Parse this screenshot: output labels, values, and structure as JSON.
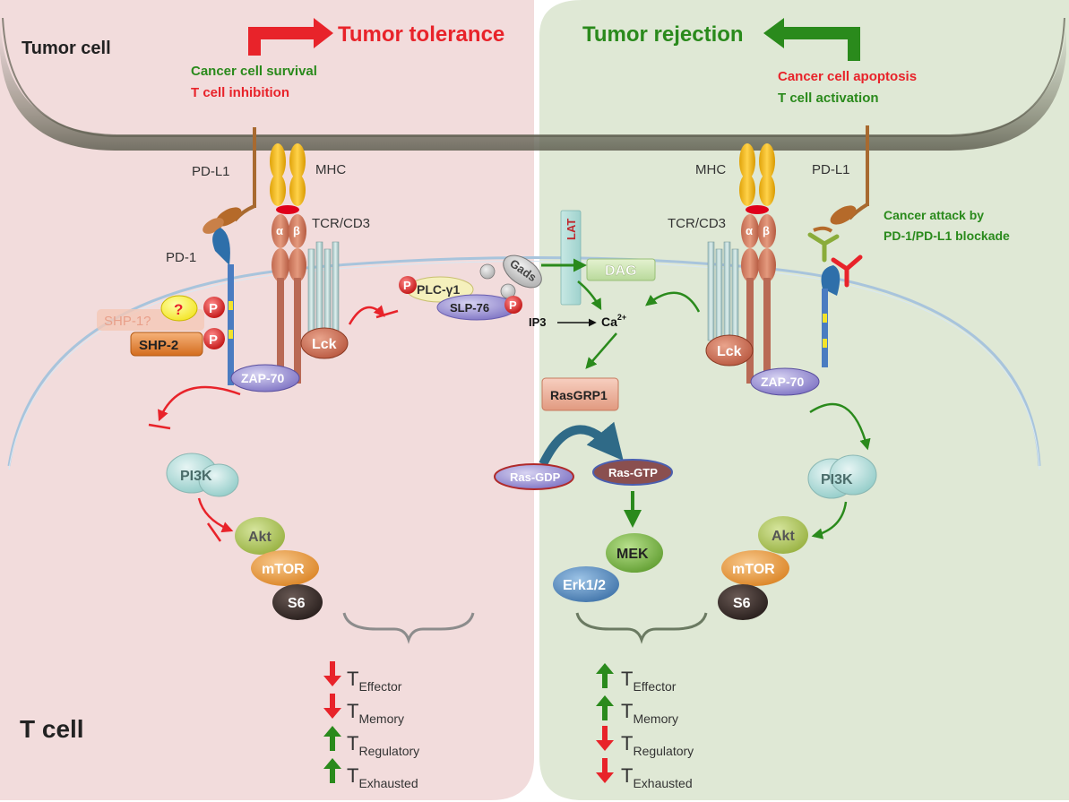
{
  "regions": {
    "tumor_cell": "Tumor  cell",
    "t_cell": "T cell"
  },
  "outcomes": {
    "left": {
      "title": "Tumor tolerance",
      "line1": "Cancer cell survival",
      "line2": "T cell inhibition"
    },
    "right": {
      "title": "Tumor rejection",
      "line1": "Cancer cell apoptosis",
      "line2": "T cell activation"
    }
  },
  "receptors": {
    "pdl1": "PD-L1",
    "mhc": "MHC",
    "tcr": "TCR/CD3",
    "pd1": "PD-1",
    "alpha": "α",
    "beta": "β",
    "blockade_line1": "Cancer attack by",
    "blockade_line2": "PD-1/PD-L1 blockade"
  },
  "molecules": {
    "shp1": "SHP-1?",
    "shp2": "SHP-2",
    "question": "?",
    "phospho": "P",
    "zap70": "ZAP-70",
    "lck": "Lck",
    "lat": "LAT",
    "gads": "Gads",
    "plcg1": "PLC-γ1",
    "slp76": "SLP-76",
    "dag": "DAG",
    "ip3": "IP3",
    "ca": "Ca",
    "ca_sup": "2+",
    "rasgrp1": "RasGRP1",
    "ras_gdp": "Ras-GDP",
    "ras_gtp": "Ras-GTP",
    "mek": "MEK",
    "erk": "Erk1/2",
    "pi3k": "PI3K",
    "akt": "Akt",
    "mtor": "mTOR",
    "s6": "S6"
  },
  "t_subsets": {
    "prefix": "T",
    "effector": "Effector",
    "memory": "Memory",
    "regulatory": "Regulatory",
    "exhausted": "Exhausted"
  },
  "colors": {
    "left_bg": "#f2dcdc",
    "right_bg": "#dfe8d5",
    "red": "#e8232a",
    "green": "#2a8a1c",
    "shp2": "#e0843a",
    "lilac": "#9b92d4",
    "teal": "#a7d9d6",
    "mek": "#7cba4a",
    "akt": "#a8c25a",
    "mtor": "#e79a3c",
    "s6": "#3a2f2c",
    "rasgrp1": "#f0b7a2"
  }
}
